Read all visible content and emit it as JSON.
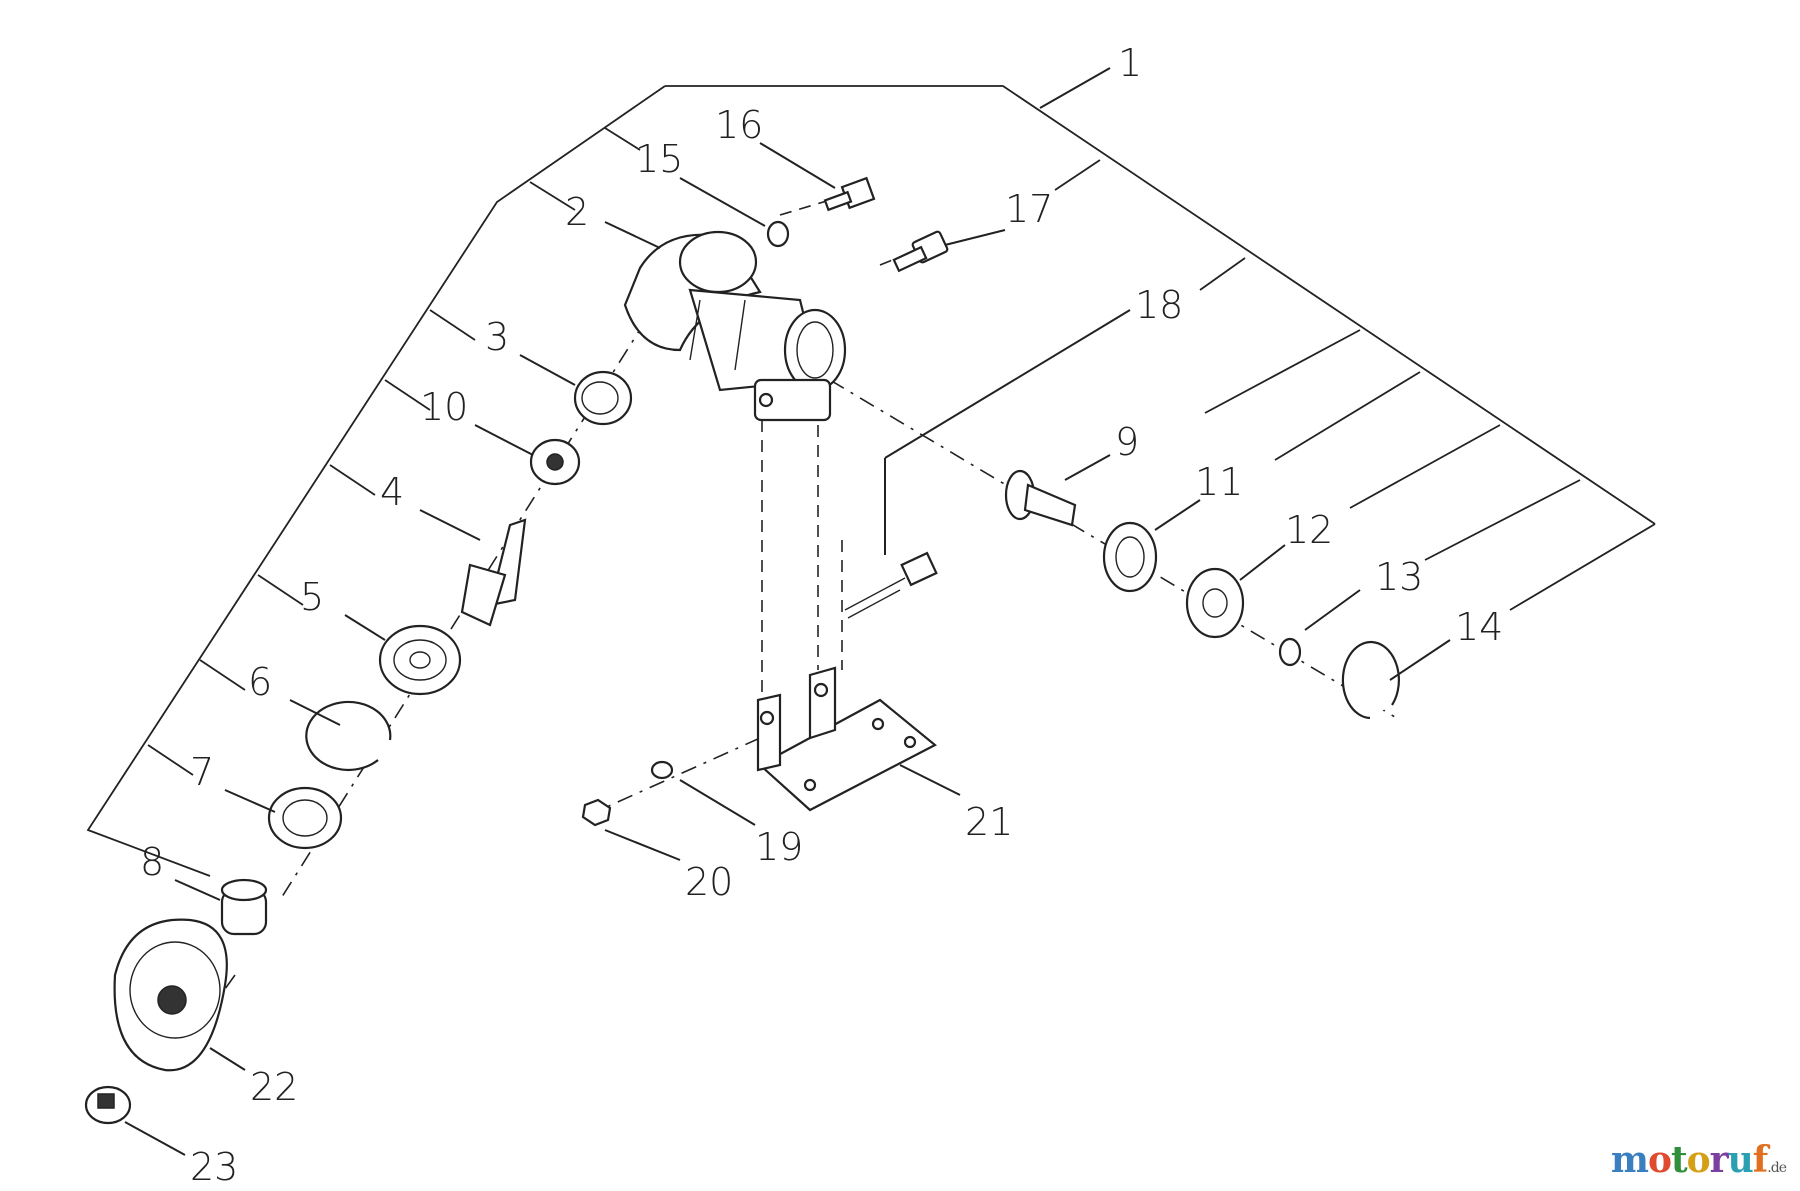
{
  "diagram": {
    "callouts": [
      "1",
      "2",
      "3",
      "4",
      "5",
      "6",
      "7",
      "8",
      "9",
      "10",
      "11",
      "12",
      "13",
      "14",
      "15",
      "16",
      "17",
      "18",
      "19",
      "20",
      "21",
      "22",
      "23"
    ]
  },
  "watermark": {
    "text": "motoruf",
    "suffix": ".de",
    "letter_colors": [
      "#3a7fc0",
      "#e04a2f",
      "#2f8f3a",
      "#d4a017",
      "#7a3fa0",
      "#2aa0b0",
      "#e07020"
    ]
  }
}
